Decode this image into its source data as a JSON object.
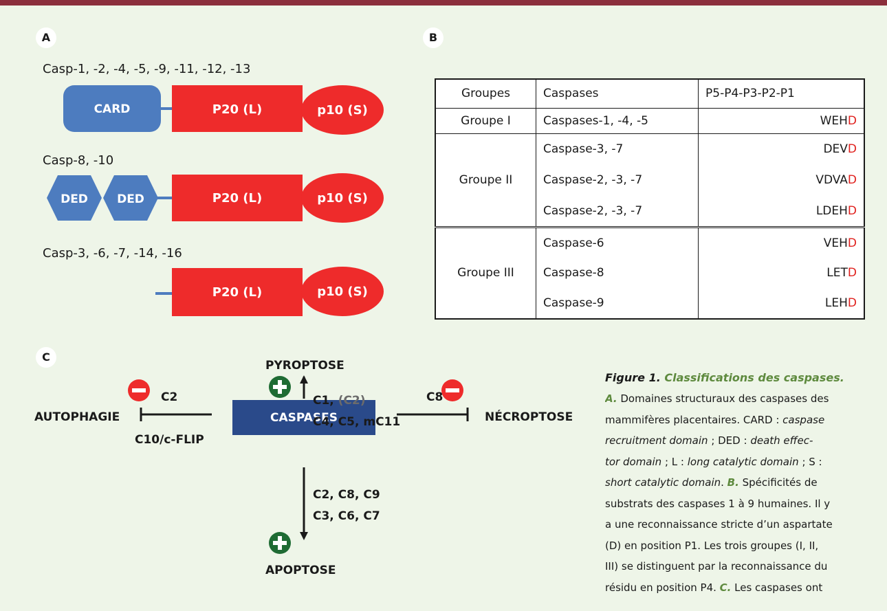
{
  "colors": {
    "band": "#8b2f3c",
    "panel": "#eef5e8",
    "blue": "#4d7cbf",
    "red": "#ee2b2b",
    "navy": "#2a4a8a",
    "green": "#1e6b33",
    "accent": "#5e8a3e"
  },
  "panel_a": {
    "label": "A",
    "rows": [
      {
        "title": "Casp-1, -2, -4, -5, -9, -11, -12, -13",
        "pro_domains": [
          "CARD"
        ],
        "large": "P20 (L)",
        "small": "p10 (S)"
      },
      {
        "title": "Casp-8, -10",
        "pro_domains": [
          "DED",
          "DED"
        ],
        "large": "P20 (L)",
        "small": "p10 (S)"
      },
      {
        "title": "Casp-3, -6, -7, -14, -16",
        "pro_domains": [],
        "large": "P20 (L)",
        "small": "p10 (S)"
      }
    ]
  },
  "panel_b": {
    "label": "B",
    "headers": [
      "Groupes",
      "Caspases",
      "P5-P4-P3-P2-P1"
    ],
    "groups": [
      {
        "name": "Groupe I",
        "rows": [
          {
            "caspases": "Caspases-1, -4, -5",
            "motif_prefix": "WEH",
            "motif_p1": "D"
          }
        ]
      },
      {
        "name": "Groupe II",
        "rows": [
          {
            "caspases": "Caspase-3, -7",
            "motif_prefix": "DEV",
            "motif_p1": "D"
          },
          {
            "caspases": "Caspase-2, -3, -7",
            "motif_prefix": "VDVA",
            "motif_p1": "D"
          },
          {
            "caspases": "Caspase-2, -3, -7",
            "motif_prefix": "LDEH",
            "motif_p1": "D"
          }
        ]
      },
      {
        "name": "Groupe III",
        "rows": [
          {
            "caspases": "Caspase-6",
            "motif_prefix": "VEH",
            "motif_p1": "D"
          },
          {
            "caspases": "Caspase-8",
            "motif_prefix": "LET",
            "motif_p1": "D"
          },
          {
            "caspases": "Caspase-9",
            "motif_prefix": "LEH",
            "motif_p1": "D"
          }
        ]
      }
    ]
  },
  "panel_c": {
    "label": "C",
    "center": "CASPASES",
    "pyroptose": {
      "label": "PYROPTOSE",
      "line1_a": "C1, ",
      "line1_b": "(C2)",
      "line2": "C4, C5, mC11"
    },
    "autophagie": {
      "label": "AUTOPHAGIE",
      "above": "C2",
      "below": "C10/c-FLIP"
    },
    "necroptose": {
      "label": "NÉCROPTOSE",
      "above": "C8"
    },
    "apoptose": {
      "label": "APOPTOSE",
      "line1": "C2, C8, C9",
      "line2": "C3, C6, C7"
    }
  },
  "caption": {
    "fig": "Figure 1.",
    "title": "Classifications des caspases.",
    "lines": [
      {
        "parts": [
          {
            "t": "A.",
            "c": "letter"
          },
          {
            "t": " Domaines structuraux des caspases des"
          }
        ]
      },
      {
        "parts": [
          {
            "t": "mammifères placentaires. CARD : "
          },
          {
            "t": "caspase",
            "c": "it"
          }
        ]
      },
      {
        "parts": [
          {
            "t": "recruitment domain",
            "c": "it"
          },
          {
            "t": " ; DED : "
          },
          {
            "t": "death effec-",
            "c": "it"
          }
        ]
      },
      {
        "parts": [
          {
            "t": "tor domain",
            "c": "it"
          },
          {
            "t": " ; L : "
          },
          {
            "t": "long catalytic domain",
            "c": "it"
          },
          {
            "t": " ; S :"
          }
        ]
      },
      {
        "parts": [
          {
            "t": "short catalytic domain",
            "c": "it"
          },
          {
            "t": ". "
          },
          {
            "t": "B.",
            "c": "letter"
          },
          {
            "t": " Spécificités de"
          }
        ]
      },
      {
        "parts": [
          {
            "t": "substrats des caspases 1 à 9 humaines. Il y"
          }
        ]
      },
      {
        "parts": [
          {
            "t": "a une reconnaissance stricte d’un aspartate"
          }
        ]
      },
      {
        "parts": [
          {
            "t": "(D) en position P1. Les trois groupes (I, II,"
          }
        ]
      },
      {
        "parts": [
          {
            "t": "III) se distinguent par la reconnaissance du"
          }
        ]
      },
      {
        "parts": [
          {
            "t": "résidu en position P4. "
          },
          {
            "t": "C.",
            "c": "letter"
          },
          {
            "t": " Les caspases ont"
          }
        ]
      }
    ]
  }
}
